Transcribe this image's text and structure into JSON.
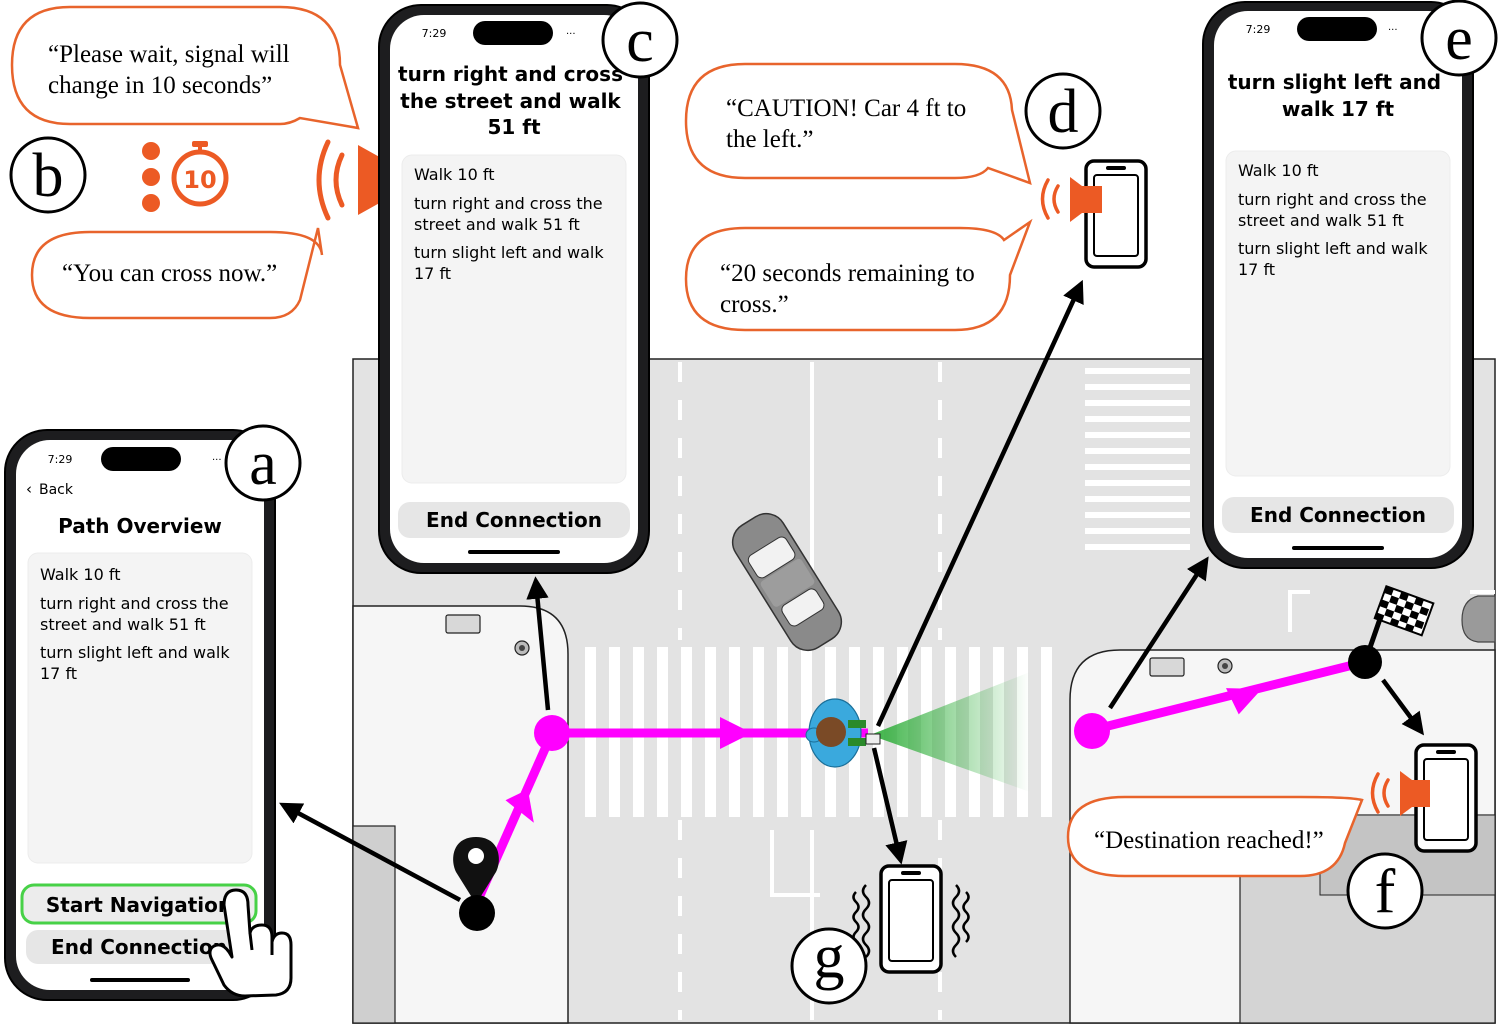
{
  "colors": {
    "path": "#ff00ff",
    "speaker": "#ec5a24",
    "bubble_stroke": "#e8642c",
    "road": "#e3e3e3",
    "sidewalk": "#f6f6f6",
    "building": "#d6d6d6",
    "cone": "#2fae3a",
    "highlight_button": "#47d147"
  },
  "panels": {
    "a": {
      "label": "a",
      "time": "7:29",
      "back": "Back",
      "title": "Path Overview",
      "steps": [
        [
          "Walk 10 ft"
        ],
        [
          "turn right and cross the",
          "street and walk 51 ft"
        ],
        [
          "turn slight left and walk",
          "17 ft"
        ]
      ],
      "start_button": "Start Navigation",
      "end_button": "End Connection"
    },
    "b": {
      "label": "b",
      "timer_value": "10",
      "speech_wait": [
        "“Please wait, signal will",
        "change in 10 seconds”"
      ],
      "speech_cross": "“You can cross now.”"
    },
    "c": {
      "label": "c",
      "time": "7:29",
      "instruction": [
        "turn right and cross",
        "the street and walk",
        "51 ft"
      ],
      "steps": [
        [
          "Walk 10 ft"
        ],
        [
          "turn right and cross the",
          "street and walk 51 ft"
        ],
        [
          "turn slight left and walk",
          "17 ft"
        ]
      ],
      "end_button": "End Connection"
    },
    "d": {
      "label": "d",
      "speech_caution": [
        "“CAUTION! Car 4 ft to",
        "the left.”"
      ],
      "speech_remaining": [
        "“20 seconds remaining to",
        "cross.”"
      ]
    },
    "e": {
      "label": "e",
      "time": "7:29",
      "instruction": [
        "turn slight left and",
        "walk 17 ft"
      ],
      "steps": [
        [
          "Walk 10 ft"
        ],
        [
          "turn right and cross the",
          "street and walk 51 ft"
        ],
        [
          "turn slight left and walk",
          "17 ft"
        ]
      ],
      "end_button": "End Connection"
    },
    "f": {
      "label": "f",
      "speech_destination": "“Destination reached!”"
    },
    "g": {
      "label": "g"
    }
  }
}
